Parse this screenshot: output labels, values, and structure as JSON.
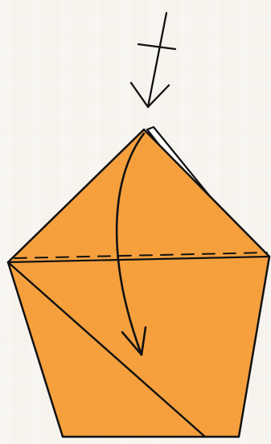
{
  "diagram": {
    "type": "origami-fold-step",
    "shape": "pentagon",
    "colors": {
      "paper": "#f5a03d",
      "line": "#111111",
      "background": "#f6f2ec"
    },
    "symbols": [
      "turn-over-symbol",
      "fold-down-arrow",
      "valley-fold-line"
    ]
  }
}
